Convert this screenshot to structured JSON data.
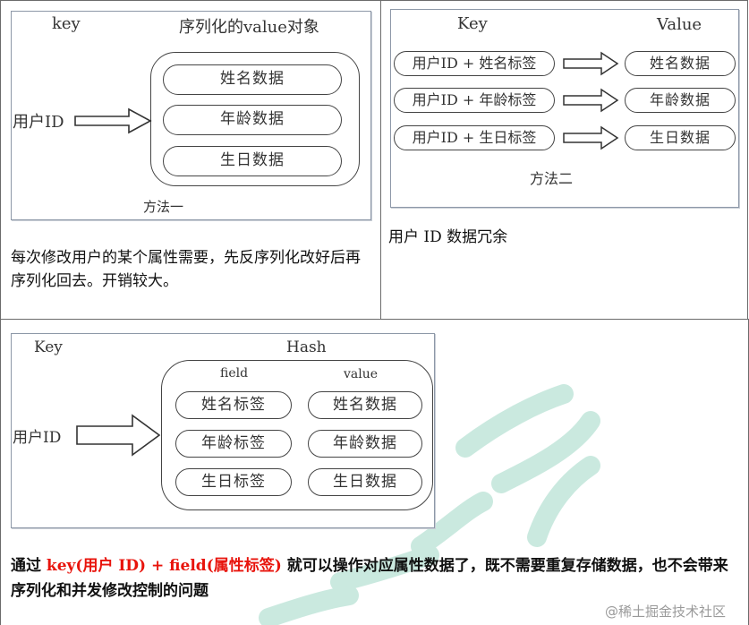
{
  "method1": {
    "key_label": "key",
    "title": "序列化的value对象",
    "user_id": "用户ID",
    "fields": [
      "姓名数据",
      "年龄数据",
      "生日数据"
    ],
    "caption": "方法一",
    "description": "每次修改用户的某个属性需要，先反序列化改好后再序列化回去。开销较大。"
  },
  "method2": {
    "key_header": "Key",
    "value_header": "Value",
    "rows": [
      {
        "key": "用户ID + 姓名标签",
        "value": "姓名数据"
      },
      {
        "key": "用户ID + 年龄标签",
        "value": "年龄数据"
      },
      {
        "key": "用户ID + 生日标签",
        "value": "生日数据"
      }
    ],
    "caption": "方法二",
    "description": "用户 ID 数据冗余"
  },
  "method3": {
    "key_header": "Key",
    "hash_header": "Hash",
    "field_header": "field",
    "value_header": "value",
    "user_id": "用户ID",
    "rows": [
      {
        "field": "姓名标签",
        "value": "姓名数据"
      },
      {
        "field": "年龄标签",
        "value": "年龄数据"
      },
      {
        "field": "生日标签",
        "value": "生日数据"
      }
    ],
    "desc_prefix": "通过 ",
    "desc_highlight": "key(用户 ID) + field(属性标签)",
    "desc_suffix": " 就可以操作对应属性数据了，既不需要重复存储数据，也不会带来序列化和并发修改控制的问题",
    "highlight_color": "#e8140c"
  },
  "credit": "@稀土掘金技术社区"
}
